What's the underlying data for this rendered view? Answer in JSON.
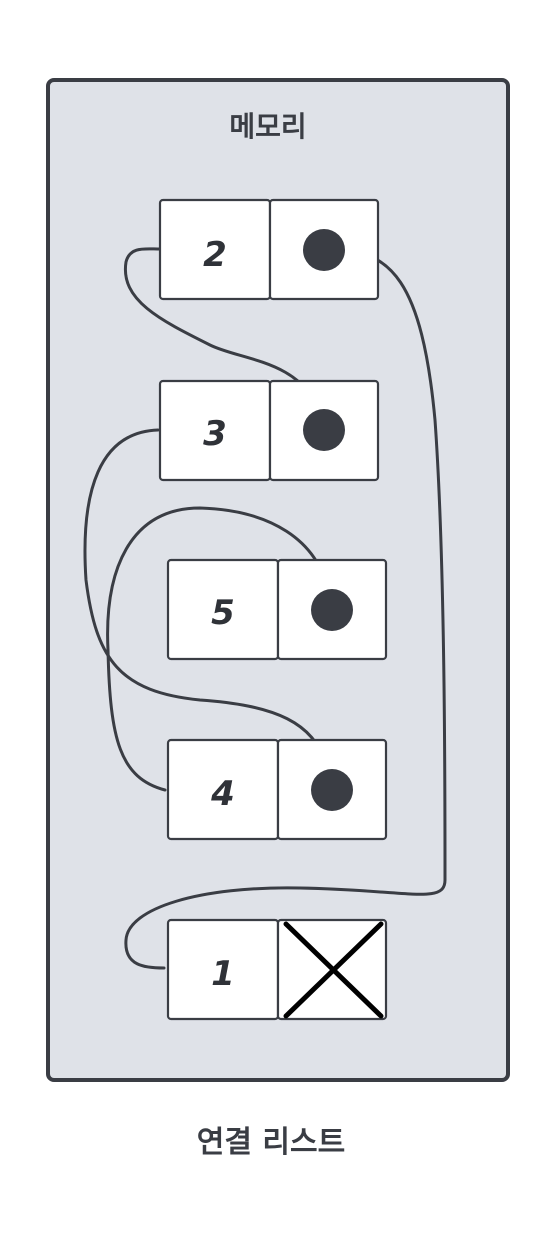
{
  "memory_label": "메모리",
  "caption": "연결 리스트",
  "nodes": [
    {
      "value": "2",
      "next": "pointer"
    },
    {
      "value": "3",
      "next": "pointer"
    },
    {
      "value": "5",
      "next": "pointer"
    },
    {
      "value": "4",
      "next": "pointer"
    },
    {
      "value": "1",
      "next": "null"
    }
  ],
  "colors": {
    "panel_fill": "#dfe2e8",
    "stroke": "#3a3d44",
    "cell_fill": "#ffffff",
    "null_cross": "#000000"
  }
}
